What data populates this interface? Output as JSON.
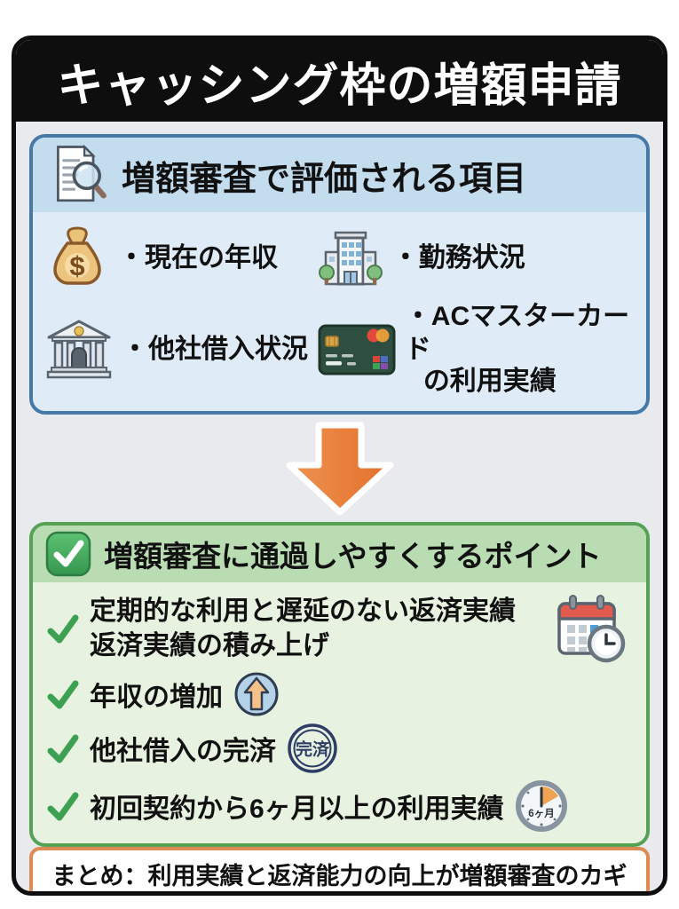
{
  "page": {
    "title": "キャッシング枠の増額申請"
  },
  "evaluation": {
    "title": "増額審査で評価される項目",
    "items": [
      {
        "icon": "money-bag-icon",
        "label": "・現在の年収",
        "icon_text": "$"
      },
      {
        "icon": "office-building-icon",
        "label": "・勤務状況"
      },
      {
        "icon": "bank-icon",
        "label": "・他社借入状況"
      },
      {
        "icon": "credit-card-icon",
        "lines": [
          "・ACマスターカード",
          "の利用実績"
        ]
      }
    ]
  },
  "points": {
    "title": "増額審査に通過しやすくするポイント",
    "items": [
      {
        "icon": "calendar-clock-icon",
        "lines": [
          "定期的な利用と遅延のない返済実績",
          "返済実績の積み上げ"
        ]
      },
      {
        "icon": "income-up-arrow-icon",
        "label": "年収の増加"
      },
      {
        "icon": "paid-off-stamp-icon",
        "label": "他社借入の完済",
        "icon_text": "完済"
      },
      {
        "icon": "six-months-clock-icon",
        "label": "初回契約から6ヶ月以上の利用実績",
        "icon_text": "6ヶ月"
      }
    ]
  },
  "summary": {
    "text": "まとめ：利用実績と返済能力の向上が増額審査のカギ"
  },
  "colors": {
    "header_bg": "#0e0e0e",
    "card_bg": "#e8eaed",
    "blue_border": "#4579a8",
    "blue_band": "#c3dcee",
    "blue_body": "#dfecf7",
    "green_border": "#57a157",
    "green_band": "#b9dcb2",
    "green_body": "#e7f2e1",
    "arrow_orange": "#e8813c",
    "summary_border": "#dd8a55",
    "check_green": "#3da052",
    "stamp_navy": "#2e3d66"
  }
}
